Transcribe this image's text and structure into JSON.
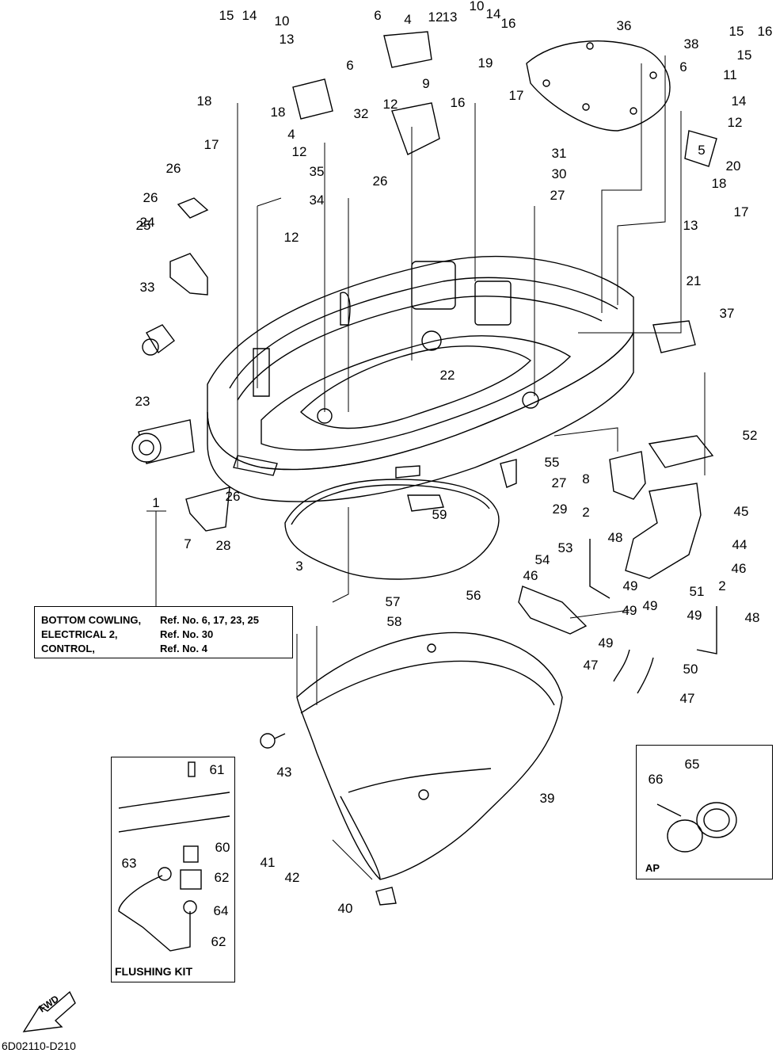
{
  "reference_note": {
    "rows": [
      {
        "name": "BOTTOM COWLING,",
        "ref": "Ref. No. 6, 17, 23, 25"
      },
      {
        "name": "ELECTRICAL 2,",
        "ref": "Ref. No. 30"
      },
      {
        "name": "CONTROL,",
        "ref": "Ref. No. 4"
      }
    ]
  },
  "inset_titles": {
    "flushing_kit": "FLUSHING KIT",
    "ap": "AP"
  },
  "fwd_label": "FWD",
  "document_id": "6D02110-D210",
  "callouts": [
    "1",
    "2",
    "2",
    "3",
    "4",
    "4",
    "5",
    "6",
    "6",
    "6",
    "7",
    "8",
    "9",
    "10",
    "10",
    "11",
    "12",
    "12",
    "12",
    "12",
    "12",
    "13",
    "13",
    "13",
    "14",
    "14",
    "14",
    "15",
    "15",
    "15",
    "16",
    "16",
    "16",
    "17",
    "17",
    "17",
    "18",
    "18",
    "18",
    "19",
    "20",
    "21",
    "22",
    "23",
    "24",
    "25",
    "26",
    "26",
    "26",
    "26",
    "27",
    "27",
    "28",
    "29",
    "30",
    "31",
    "32",
    "33",
    "34",
    "35",
    "36",
    "37",
    "38",
    "39",
    "40",
    "41",
    "42",
    "43",
    "44",
    "45",
    "46",
    "46",
    "47",
    "47",
    "48",
    "48",
    "49",
    "49",
    "49",
    "49",
    "49",
    "50",
    "51",
    "52",
    "53",
    "54",
    "55",
    "56",
    "57",
    "58",
    "59",
    "60",
    "61",
    "62",
    "62",
    "63",
    "64",
    "65",
    "66"
  ]
}
